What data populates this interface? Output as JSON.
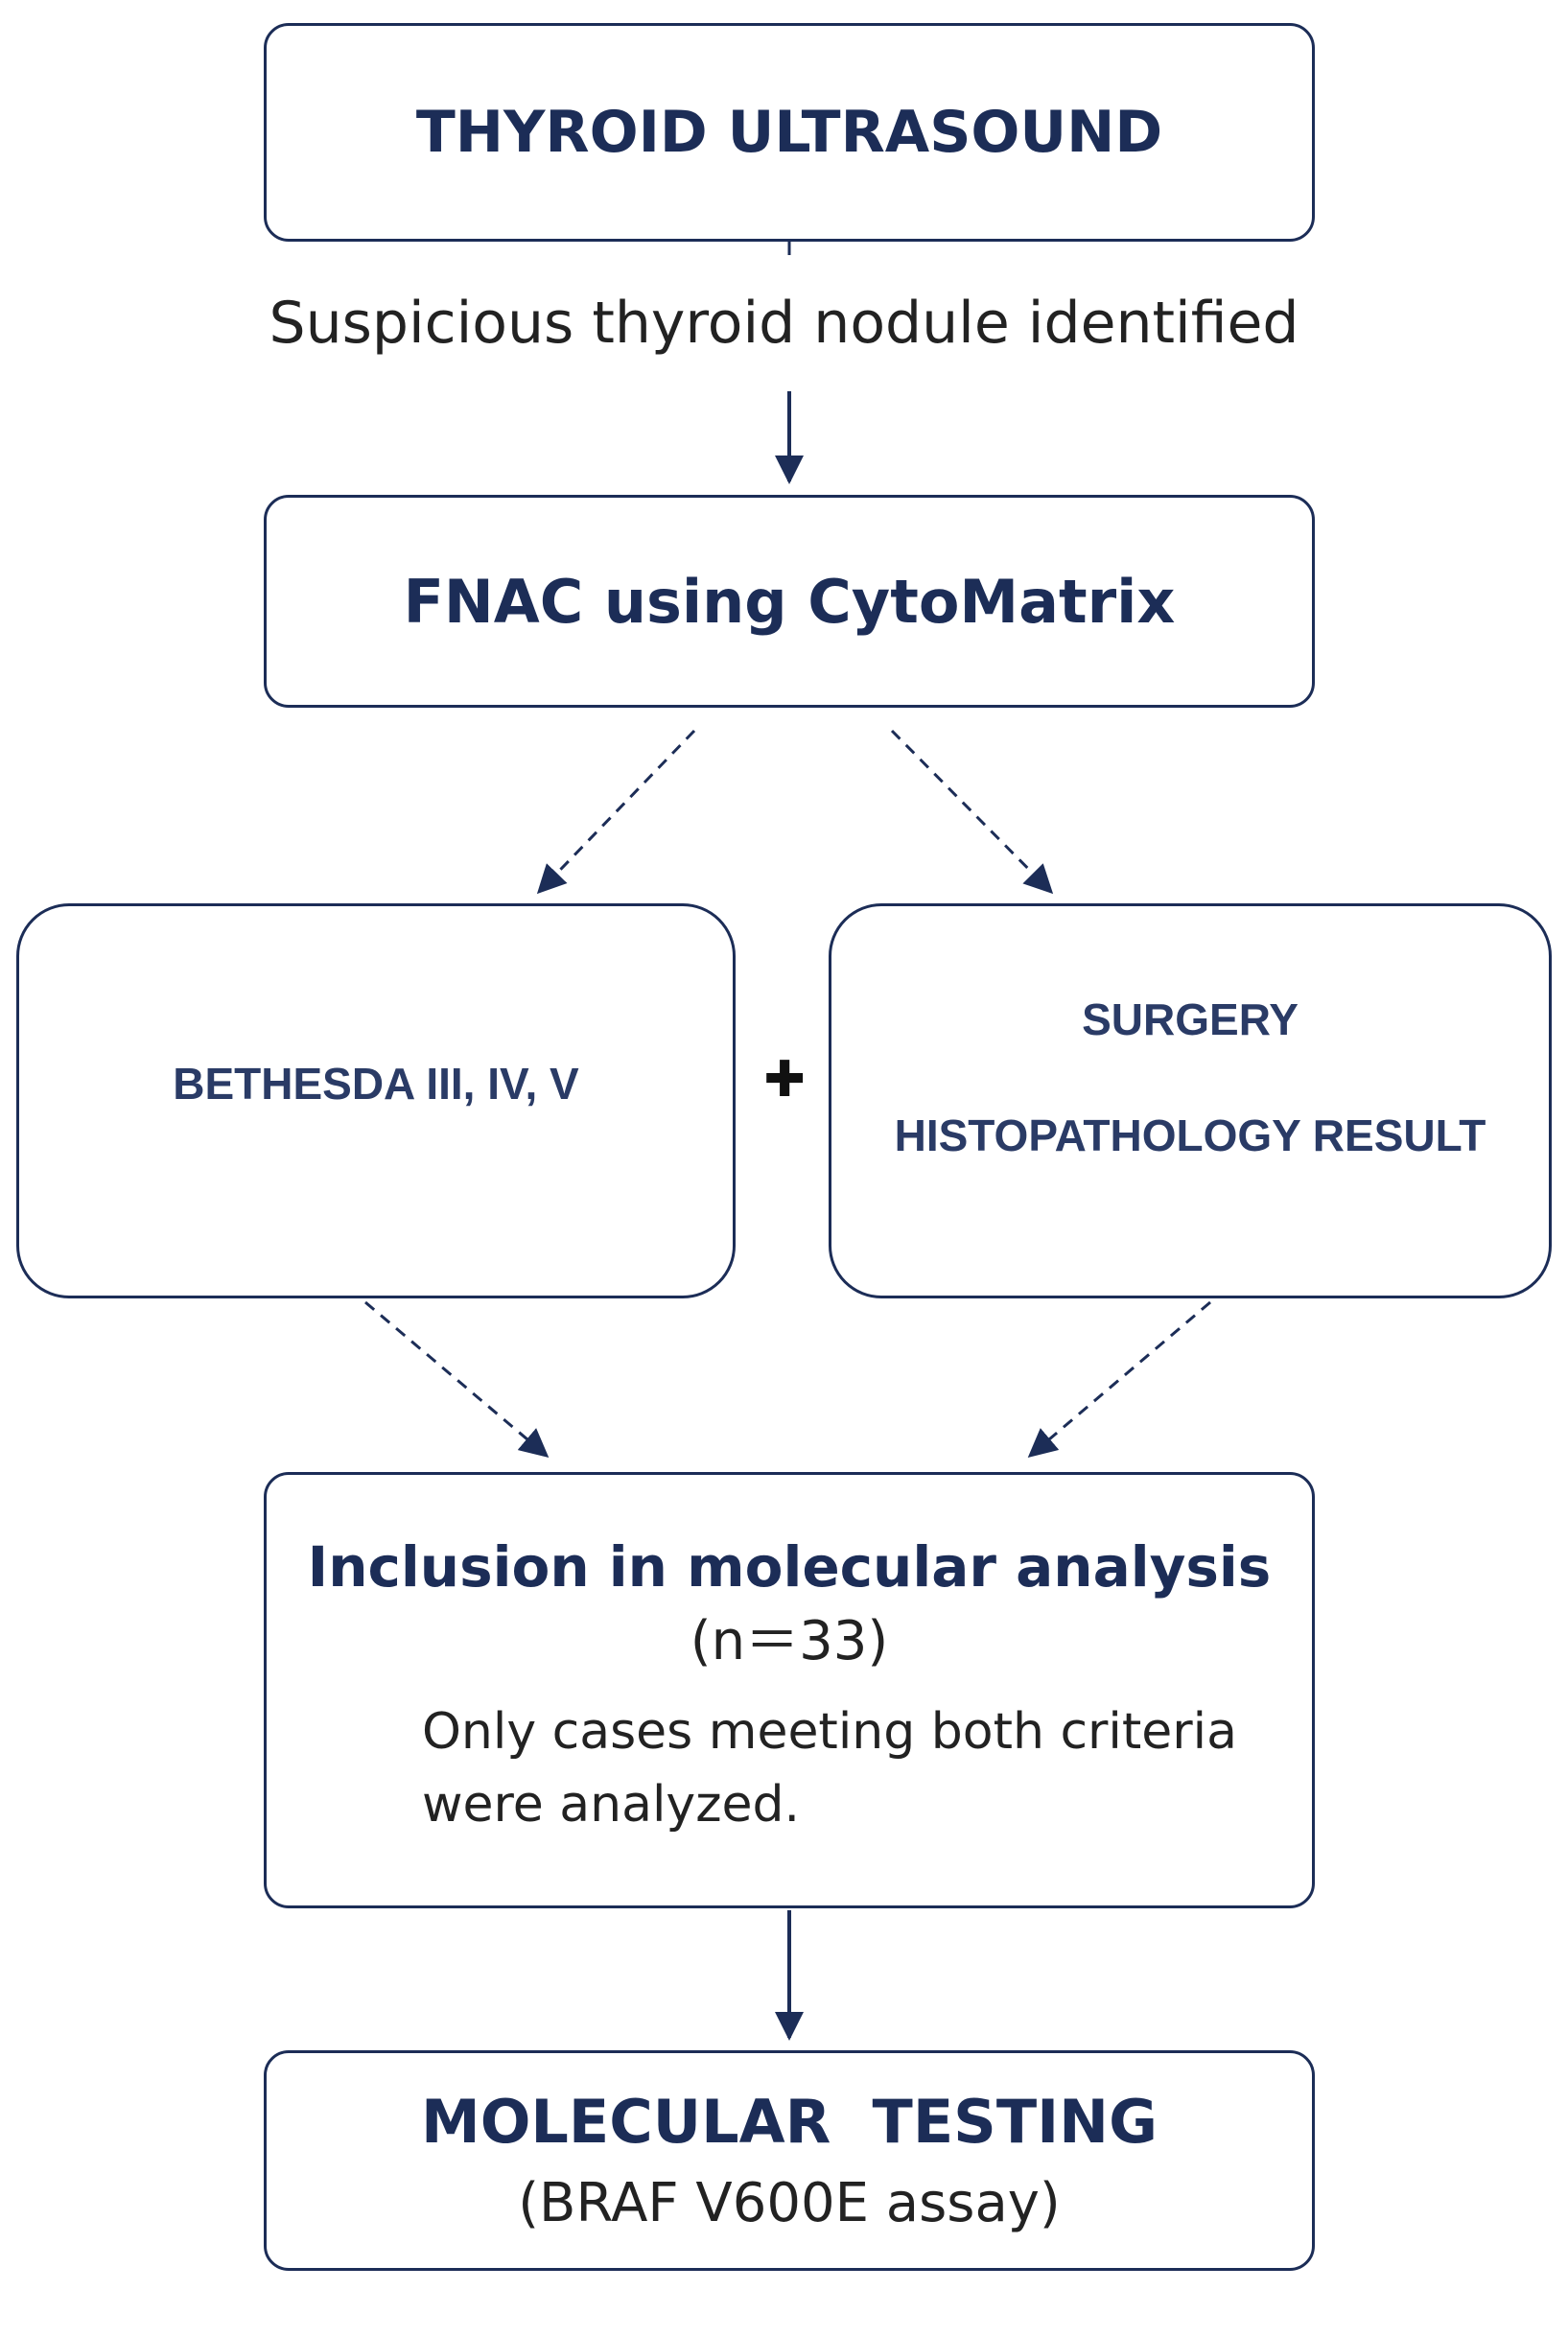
{
  "nodes": {
    "ultrasound": {
      "label": "THYROID ULTRASOUND"
    },
    "finding": {
      "label": "Suspicious thyroid nodule identified"
    },
    "fnac": {
      "label": "FNAC using CytoMatrix"
    },
    "bethesda": {
      "label": "BETHESDA III, IV, V"
    },
    "plus": {
      "label": "✚"
    },
    "surgery": {
      "line1": "SURGERY",
      "line2": "HISTOPATHOLOGY RESULT"
    },
    "inclusion": {
      "title": "Inclusion in molecular analysis",
      "count": "(n＝33)",
      "note_line1": "Only cases meeting both criteria",
      "note_line2": "were analyzed."
    },
    "testing": {
      "title": "MOLECULAR  TESTING",
      "subtitle": "(BRAF V600E assay)"
    }
  },
  "colors": {
    "stroke": "#1c2d57",
    "title_text": "#1c2d57",
    "body_text": "#222222"
  }
}
